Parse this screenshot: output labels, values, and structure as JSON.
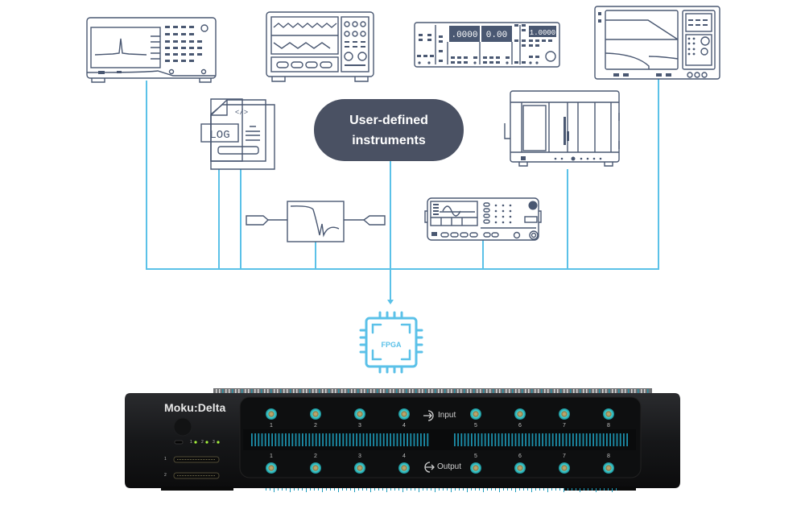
{
  "diagram": {
    "center_node": {
      "line1": "User-defined",
      "line2": "instruments"
    },
    "instruments": [
      {
        "name": "spectrum-analyzer"
      },
      {
        "name": "oscilloscope"
      },
      {
        "name": "frequency-counter",
        "displays": [
          ".0000",
          "0.00",
          "1.0000"
        ]
      },
      {
        "name": "network-analyzer"
      },
      {
        "name": "data-logger",
        "label": "LOG"
      },
      {
        "name": "filter-block"
      },
      {
        "name": "pxi-chassis"
      },
      {
        "name": "waveform-generator"
      }
    ],
    "fpga": {
      "label": "FPGA"
    },
    "device": {
      "brand": "Moku:Delta",
      "input_label": "Input",
      "output_label": "Output",
      "input_ports": [
        "1",
        "2",
        "3",
        "4",
        "5",
        "6",
        "7",
        "8"
      ],
      "output_ports": [
        "1",
        "2",
        "3",
        "4",
        "5",
        "6",
        "7",
        "8"
      ],
      "led_labels": [
        "1",
        "2",
        "3"
      ],
      "slot_labels": [
        "1",
        "2"
      ]
    },
    "colors": {
      "wire": "#5bc1e8",
      "icon_stroke": "#4a5872",
      "pill": "#4a5163",
      "device": "#151618",
      "port": "#3fd2d6"
    }
  }
}
